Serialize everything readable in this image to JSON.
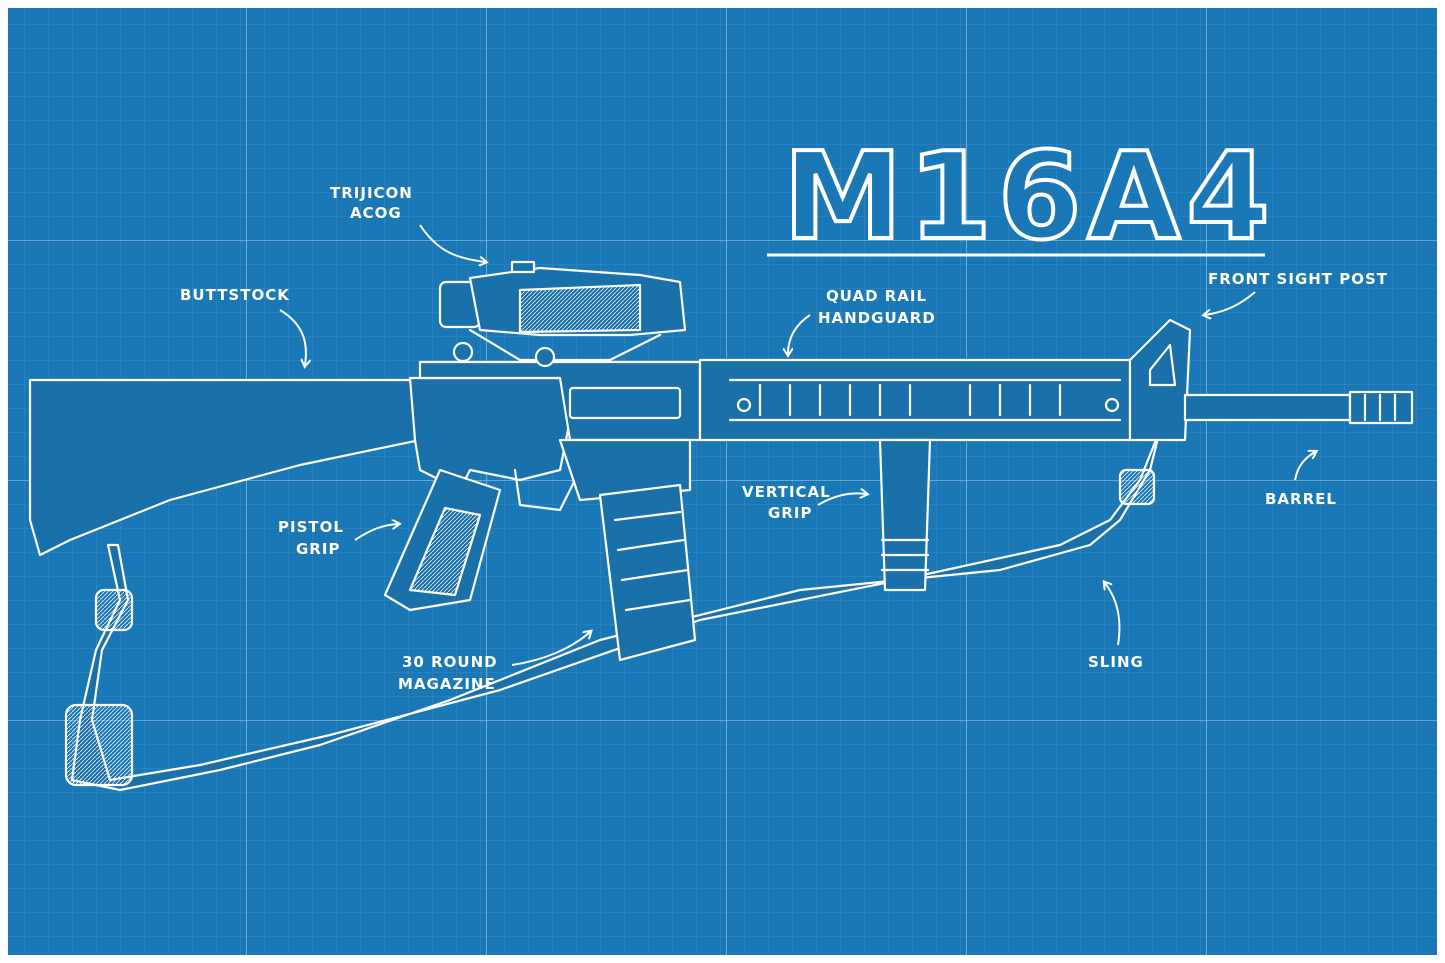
{
  "title": "M16A4",
  "labels": {
    "trijicon": [
      "TRIJICON",
      "ACOG"
    ],
    "buttstock": [
      "BUTTSTOCK"
    ],
    "quad_rail": [
      "QUAD RAIL",
      "HANDGUARD"
    ],
    "front_sight": [
      "FRONT SIGHT POST"
    ],
    "pistol_grip": [
      "PISTOL",
      "GRIP"
    ],
    "vertical_grip": [
      "VERTICAL",
      "GRIP"
    ],
    "barrel": [
      "BARREL"
    ],
    "magazine": [
      "30 ROUND",
      "MAGAZINE"
    ],
    "sling": [
      "SLING"
    ]
  },
  "colors": {
    "background": "#1b78b6",
    "grid_minor": "#3c8cc6",
    "grid_major": "#7fb4dc",
    "line": "#ffffff",
    "part_fill": "#1a6fa6",
    "frame": "#ffffff"
  }
}
